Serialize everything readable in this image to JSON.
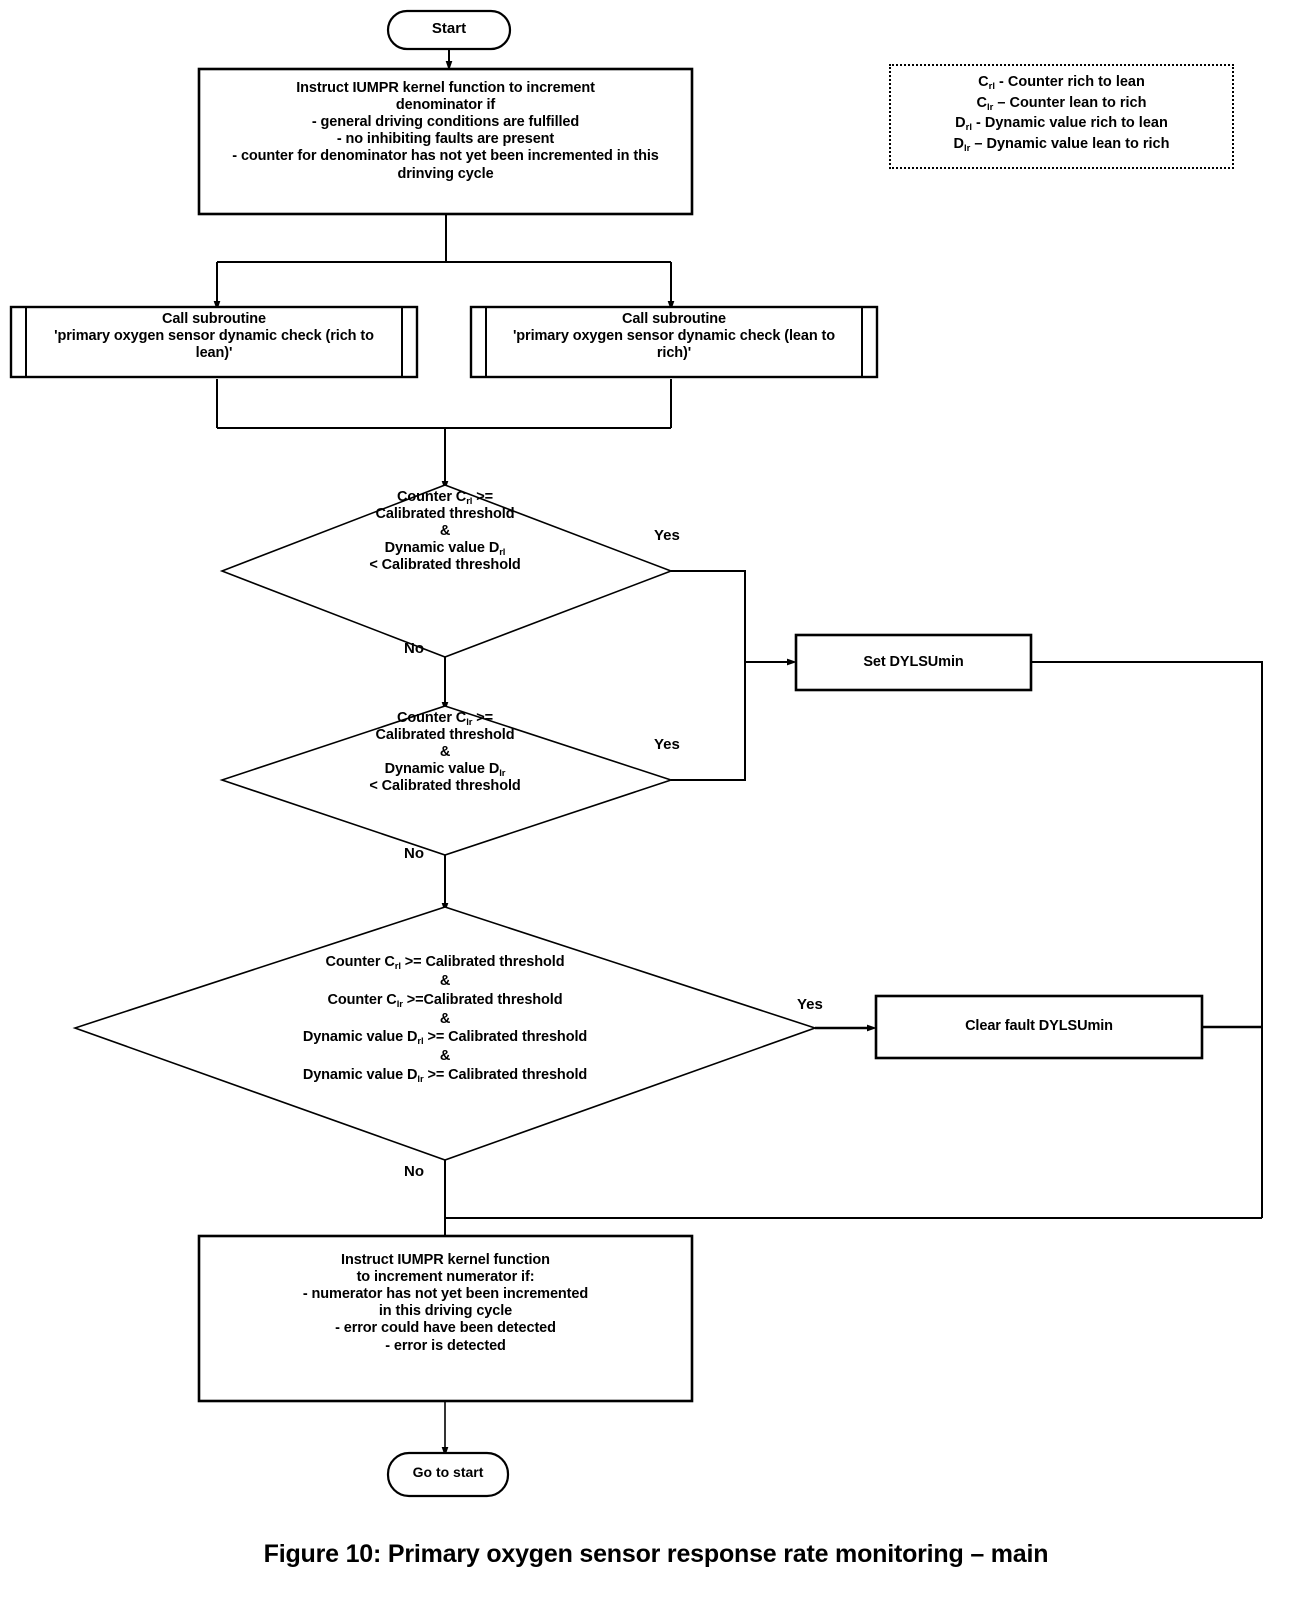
{
  "figure": {
    "caption": "Figure 10: Primary oxygen sensor response rate monitoring – main"
  },
  "legend": {
    "title": "symbol-legend",
    "entries": [
      {
        "symbol": "C",
        "sub": "rl",
        "dash": "-",
        "text": "Counter rich to lean"
      },
      {
        "symbol": "C",
        "sub": "lr",
        "dash": "–",
        "text": "Counter lean to rich"
      },
      {
        "symbol": "D",
        "sub": "rl",
        "dash": "-",
        "text": "Dynamic value rich to lean"
      },
      {
        "symbol": "D",
        "sub": "lr",
        "dash": "–",
        "text": "Dynamic value lean to rich"
      }
    ]
  },
  "nodes": {
    "start": {
      "label": "Start",
      "shape": "terminator"
    },
    "denominator": {
      "shape": "process",
      "label": "Instruct IUMPR kernel function to increment\ndenominator if\n- general driving conditions are fulfilled\n- no inhibiting faults are present\n- counter for denominator has not yet been incremented in this\ndrinving cycle"
    },
    "subroutine_rich_to_lean": {
      "shape": "subroutine",
      "label": "Call subroutine\n'primary oxygen sensor dynamic check (rich to\nlean)'"
    },
    "subroutine_lean_to_rich": {
      "shape": "subroutine",
      "label": "Call subroutine\n'primary oxygen sensor dynamic check (lean to\nrich)'"
    },
    "decision_rich_to_lean": {
      "shape": "decision",
      "lines": [
        {
          "pre": "Counter C",
          "sub": "rl",
          "post": " >="
        },
        {
          "pre": "Calibrated threshold",
          "sub": "",
          "post": ""
        },
        {
          "pre": "&",
          "sub": "",
          "post": ""
        },
        {
          "pre": "Dynamic value D",
          "sub": "rl",
          "post": ""
        },
        {
          "pre": "< Calibrated threshold",
          "sub": "",
          "post": ""
        }
      ]
    },
    "decision_lean_to_rich": {
      "shape": "decision",
      "lines": [
        {
          "pre": "Counter C",
          "sub": "lr",
          "post": " >="
        },
        {
          "pre": "Calibrated threshold",
          "sub": "",
          "post": ""
        },
        {
          "pre": "&",
          "sub": "",
          "post": ""
        },
        {
          "pre": "Dynamic value D",
          "sub": "lr",
          "post": ""
        },
        {
          "pre": "< Calibrated threshold",
          "sub": "",
          "post": ""
        }
      ]
    },
    "decision_all_ok": {
      "shape": "decision",
      "lines": [
        {
          "pre": "Counter C",
          "sub": "rl",
          "post": " >= Calibrated threshold"
        },
        {
          "pre": "&",
          "sub": "",
          "post": ""
        },
        {
          "pre": "Counter C",
          "sub": "lr",
          "post": " >=Calibrated threshold"
        },
        {
          "pre": "&",
          "sub": "",
          "post": ""
        },
        {
          "pre": "Dynamic value D",
          "sub": "rl",
          "post": " >= Calibrated threshold"
        },
        {
          "pre": "&",
          "sub": "",
          "post": ""
        },
        {
          "pre": "Dynamic value D",
          "sub": "lr",
          "post": " >= Calibrated threshold"
        }
      ]
    },
    "set_fault": {
      "shape": "process",
      "label": "Set DYLSUmin"
    },
    "clear_fault": {
      "shape": "process",
      "label": "Clear fault DYLSUmin"
    },
    "numerator": {
      "shape": "process",
      "label": "Instruct IUMPR kernel function\nto increment numerator if:\n- numerator has not yet been incremented\nin this driving cycle\n- error could have been detected\n- error is detected"
    },
    "go_to_start": {
      "label": "Go to start",
      "shape": "terminator"
    }
  },
  "edge_labels": {
    "yes1": "Yes",
    "no1": "No",
    "yes2": "Yes",
    "no2": "No",
    "yes3": "Yes",
    "no3": "No"
  },
  "colors": {
    "stroke": "#000000",
    "background": "#ffffff",
    "text": "#000000"
  }
}
